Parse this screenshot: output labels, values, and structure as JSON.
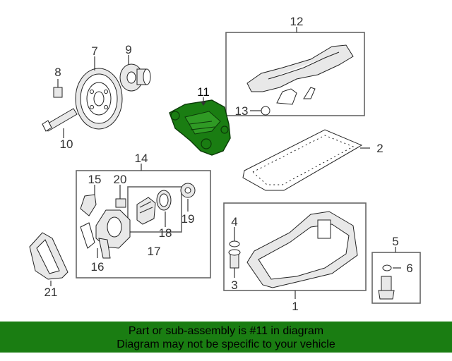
{
  "diagram": {
    "callouts": {
      "c1": "1",
      "c2": "2",
      "c3": "3",
      "c4": "4",
      "c5": "5",
      "c6": "6",
      "c7": "7",
      "c8": "8",
      "c9": "9",
      "c10": "10",
      "c11": "11",
      "c12": "12",
      "c13": "13",
      "c14": "14",
      "c15": "15",
      "c16": "16",
      "c17": "17",
      "c18": "18",
      "c19": "19",
      "c20": "20",
      "c21": "21"
    },
    "highlight_color": "#1a7d12"
  },
  "banner": {
    "line1": "Part or sub-assembly is #11 in diagram",
    "line2": "Diagram may not be specific to your vehicle",
    "background": "#1a7d12"
  }
}
